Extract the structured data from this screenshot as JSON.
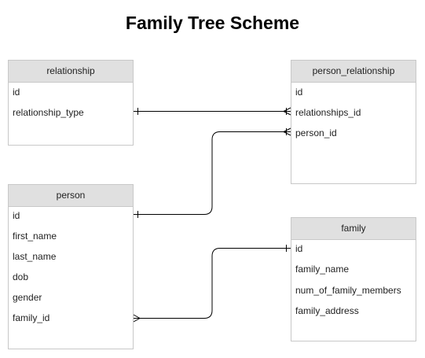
{
  "title": "Family Tree Scheme",
  "tables": {
    "relationship": {
      "name": "relationship",
      "fields": [
        "id",
        "relationship_type"
      ]
    },
    "person_relationship": {
      "name": "person_relationship",
      "fields": [
        "id",
        "relationships_id",
        "person_id"
      ]
    },
    "person": {
      "name": "person",
      "fields": [
        "id",
        "first_name",
        "last_name",
        "dob",
        "gender",
        "family_id"
      ]
    },
    "family": {
      "name": "family",
      "fields": [
        "id",
        "family_name",
        "num_of_family_members",
        "family_address"
      ]
    }
  },
  "relations": [
    {
      "from": "relationship.relationship_type",
      "from_end": "one",
      "to": "person_relationship.relationships_id",
      "to_end": "many"
    },
    {
      "from": "person.id",
      "from_end": "one",
      "to": "person_relationship.person_id",
      "to_end": "many"
    },
    {
      "from": "person.family_id",
      "from_end": "many",
      "to": "family.id",
      "to_end": "one"
    }
  ],
  "colors": {
    "header": "#e0e0e0",
    "border": "#c8c8c8",
    "line": "#000000"
  }
}
